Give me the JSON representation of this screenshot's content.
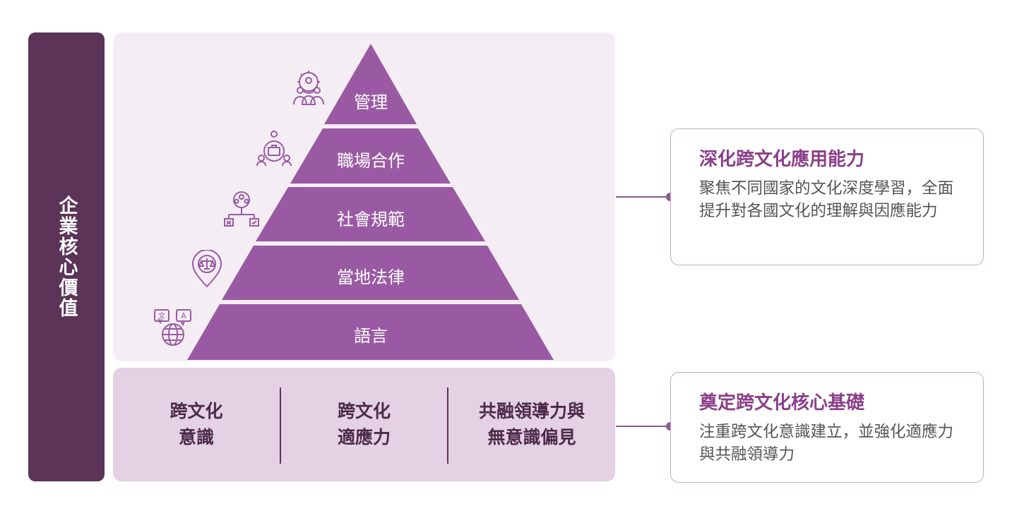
{
  "side_label": "企業核心價值",
  "pyramid": {
    "levels": [
      {
        "label": "管理",
        "icon": "team-gear-icon"
      },
      {
        "label": "職場合作",
        "icon": "network-briefcase-icon"
      },
      {
        "label": "社會規範",
        "icon": "people-decision-icon"
      },
      {
        "label": "當地法律",
        "icon": "scale-pin-icon"
      },
      {
        "label": "語言",
        "icon": "translate-globe-icon"
      }
    ]
  },
  "foundation": {
    "columns": [
      {
        "text": "跨文化\n意識"
      },
      {
        "text": "跨文化\n適應力"
      },
      {
        "text": "共融領導力與\n無意識偏見"
      }
    ]
  },
  "callouts": [
    {
      "title": "深化跨文化應用能力",
      "body": "聚焦不同國家的文化深度學習，全面提升對各國文化的理解與因應能力"
    },
    {
      "title": "奠定跨文化核心基礎",
      "body": "注重跨文化意識建立，並強化適應力與共融領導力"
    }
  ],
  "colors": {
    "accent": "#8a3f8a",
    "pyramid": "#9a5aa3",
    "dark": "#5b3458"
  }
}
